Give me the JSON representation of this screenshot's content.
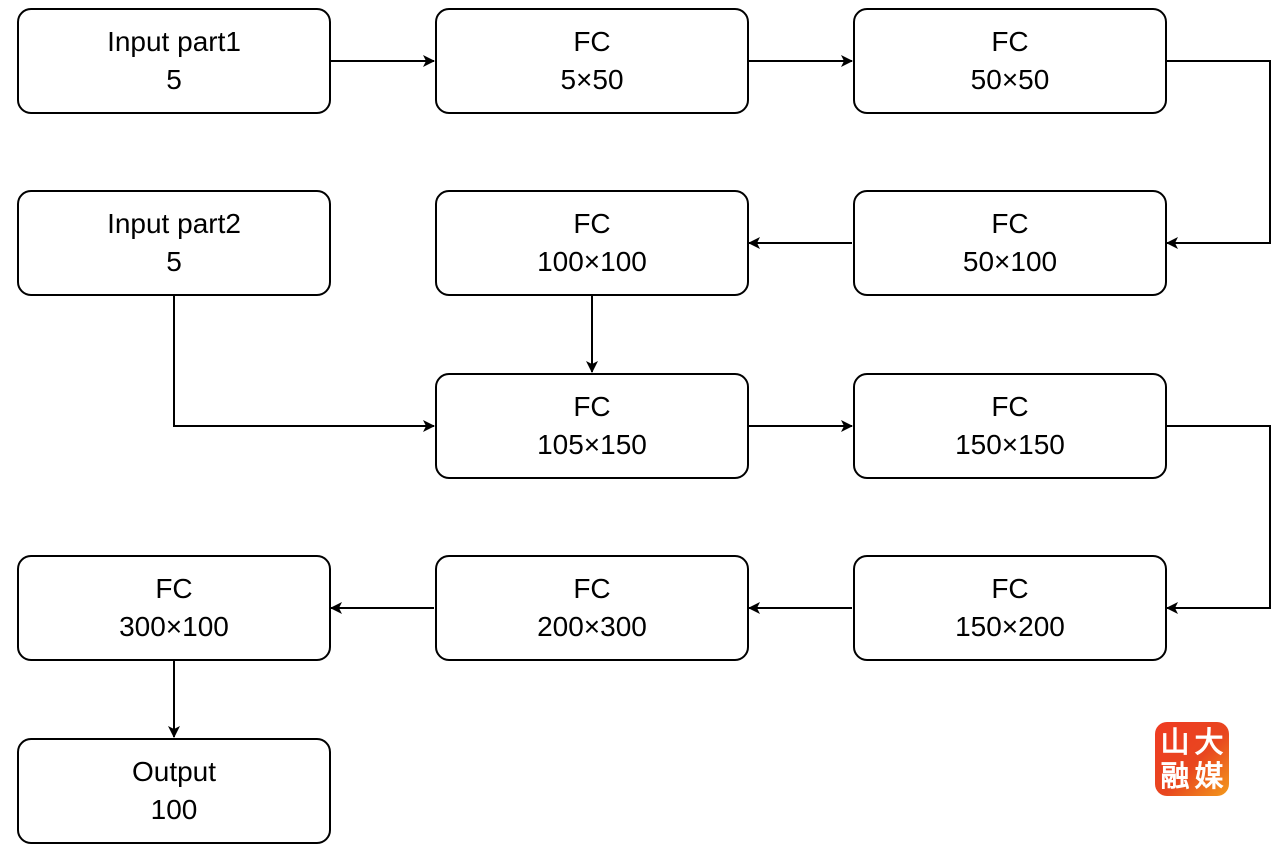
{
  "nodes": {
    "input1": {
      "title": "Input part1",
      "value": "5"
    },
    "fc5x50": {
      "title": "FC",
      "value": "5×50"
    },
    "fc50x50": {
      "title": "FC",
      "value": "50×50"
    },
    "input2": {
      "title": "Input part2",
      "value": "5"
    },
    "fc100x100": {
      "title": "FC",
      "value": "100×100"
    },
    "fc50x100": {
      "title": "FC",
      "value": "50×100"
    },
    "fc105x150": {
      "title": "FC",
      "value": "105×150"
    },
    "fc150x150": {
      "title": "FC",
      "value": "150×150"
    },
    "fc300x100": {
      "title": "FC",
      "value": "300×100"
    },
    "fc200x300": {
      "title": "FC",
      "value": "200×300"
    },
    "fc150x200": {
      "title": "FC",
      "value": "150×200"
    },
    "output": {
      "title": "Output",
      "value": "100"
    }
  },
  "edges": [
    {
      "from": "input1",
      "to": "fc5x50"
    },
    {
      "from": "fc5x50",
      "to": "fc50x50"
    },
    {
      "from": "fc50x50",
      "to": "fc50x100"
    },
    {
      "from": "fc50x100",
      "to": "fc100x100"
    },
    {
      "from": "fc100x100",
      "to": "fc105x150"
    },
    {
      "from": "input2",
      "to": "fc105x150"
    },
    {
      "from": "fc105x150",
      "to": "fc150x150"
    },
    {
      "from": "fc150x150",
      "to": "fc150x200"
    },
    {
      "from": "fc150x200",
      "to": "fc200x300"
    },
    {
      "from": "fc200x300",
      "to": "fc300x100"
    },
    {
      "from": "fc300x100",
      "to": "output"
    }
  ],
  "watermark": {
    "logo_text": [
      "山",
      "大",
      "融",
      "媒"
    ]
  }
}
